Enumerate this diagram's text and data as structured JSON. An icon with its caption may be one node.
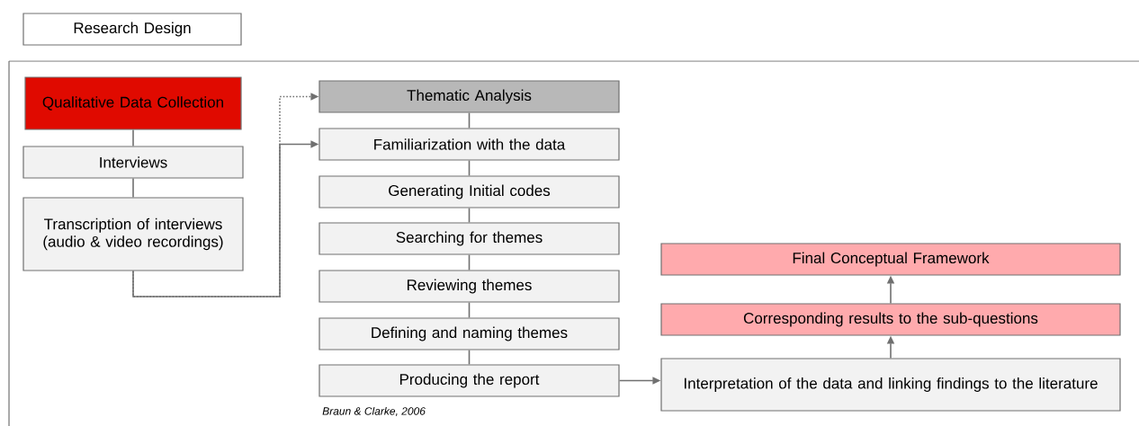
{
  "diagram": {
    "nodes": [
      {
        "text": [
          "Research Design"
        ]
      },
      {
        "text": [
          "Qualitative Data Collection"
        ]
      },
      {
        "text": [
          "Interviews"
        ]
      },
      {
        "text": [
          "Transcription of interviews (audio & video recordings)"
        ]
      },
      {
        "text": [
          "Thematic Analysis"
        ]
      },
      {
        "text": [
          "Familiarization with the data"
        ]
      },
      {
        "text": [
          "Generating Initial codes"
        ]
      },
      {
        "text": [
          "Searching for themes"
        ]
      },
      {
        "text": [
          "Reviewing themes"
        ]
      },
      {
        "text": [
          "Defining and naming themes"
        ]
      },
      {
        "text": [
          "Producing the report"
        ]
      },
      {
        "text": [
          "Final Conceptual Framework"
        ]
      },
      {
        "text": [
          "Corresponding results to the sub-questions"
        ]
      },
      {
        "text": [
          "Interpretation of the data and linking findings to the literature"
        ]
      }
    ],
    "edges": [
      {
        "from": 1,
        "to": 2,
        "arrow": "none"
      },
      {
        "from": 2,
        "to": 3,
        "arrow": "none"
      },
      {
        "from": 3,
        "to": 4,
        "arrow": "to",
        "style": "dashed"
      },
      {
        "from": 3,
        "to": 5,
        "arrow": "to"
      },
      {
        "from": 4,
        "to": 5,
        "arrow": "none"
      },
      {
        "from": 5,
        "to": 6,
        "arrow": "none"
      },
      {
        "from": 6,
        "to": 7,
        "arrow": "none"
      },
      {
        "from": 7,
        "to": 8,
        "arrow": "none"
      },
      {
        "from": 8,
        "to": 9,
        "arrow": "none"
      },
      {
        "from": 9,
        "to": 10,
        "arrow": "none"
      },
      {
        "from": 10,
        "to": 13,
        "arrow": "to"
      },
      {
        "from": 13,
        "to": 12,
        "arrow": "to"
      },
      {
        "from": 12,
        "to": 11,
        "arrow": "to"
      }
    ],
    "labels": [
      "Braun & Clarke, 2006"
    ]
  }
}
